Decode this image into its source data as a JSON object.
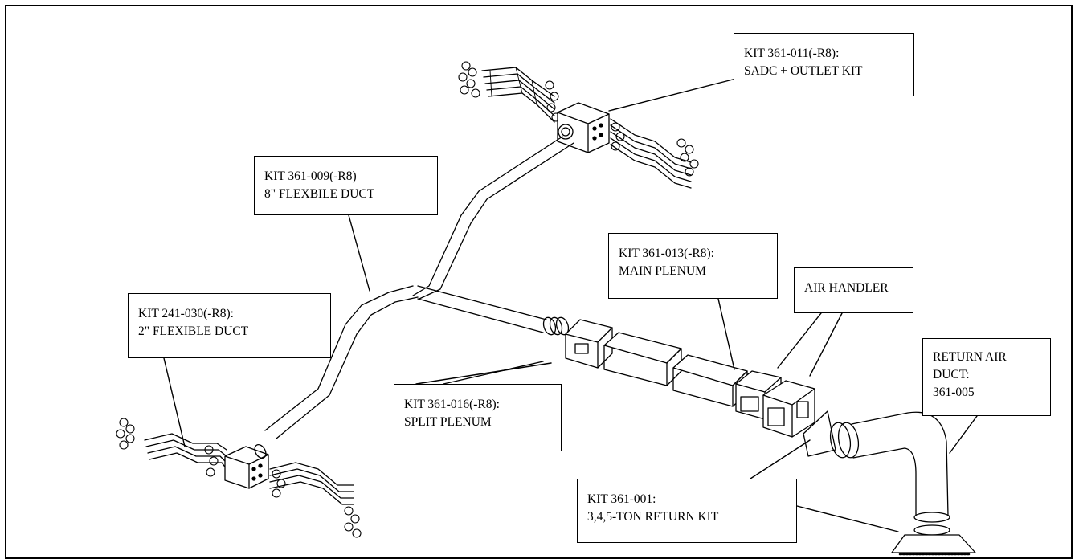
{
  "callouts": {
    "sadc_outlet": {
      "line1": "KIT 361-011(-R8):",
      "line2": "SADC +  OUTLET KIT"
    },
    "flex8": {
      "line1": "KIT 361-009(-R8)",
      "line2": "8\" FLEXBILE DUCT"
    },
    "main_plenum": {
      "line1": "KIT 361-013(-R8):",
      "line2": "MAIN PLENUM"
    },
    "air_handler": {
      "line1": "AIR HANDLER"
    },
    "flex2": {
      "line1": "KIT 241-030(-R8):",
      "line2": "2\" FLEXIBLE DUCT"
    },
    "return_air": {
      "line1": "RETURN AIR",
      "line2": "DUCT:",
      "line3": "361-005"
    },
    "split_plenum": {
      "line1": "KIT 361-016(-R8):",
      "line2": "SPLIT  PLENUM"
    },
    "return_kit": {
      "line1": "KIT 361-001:",
      "line2": "3,4,5-TON RETURN KIT"
    }
  },
  "colors": {
    "line": "#000000",
    "background": "#ffffff"
  }
}
